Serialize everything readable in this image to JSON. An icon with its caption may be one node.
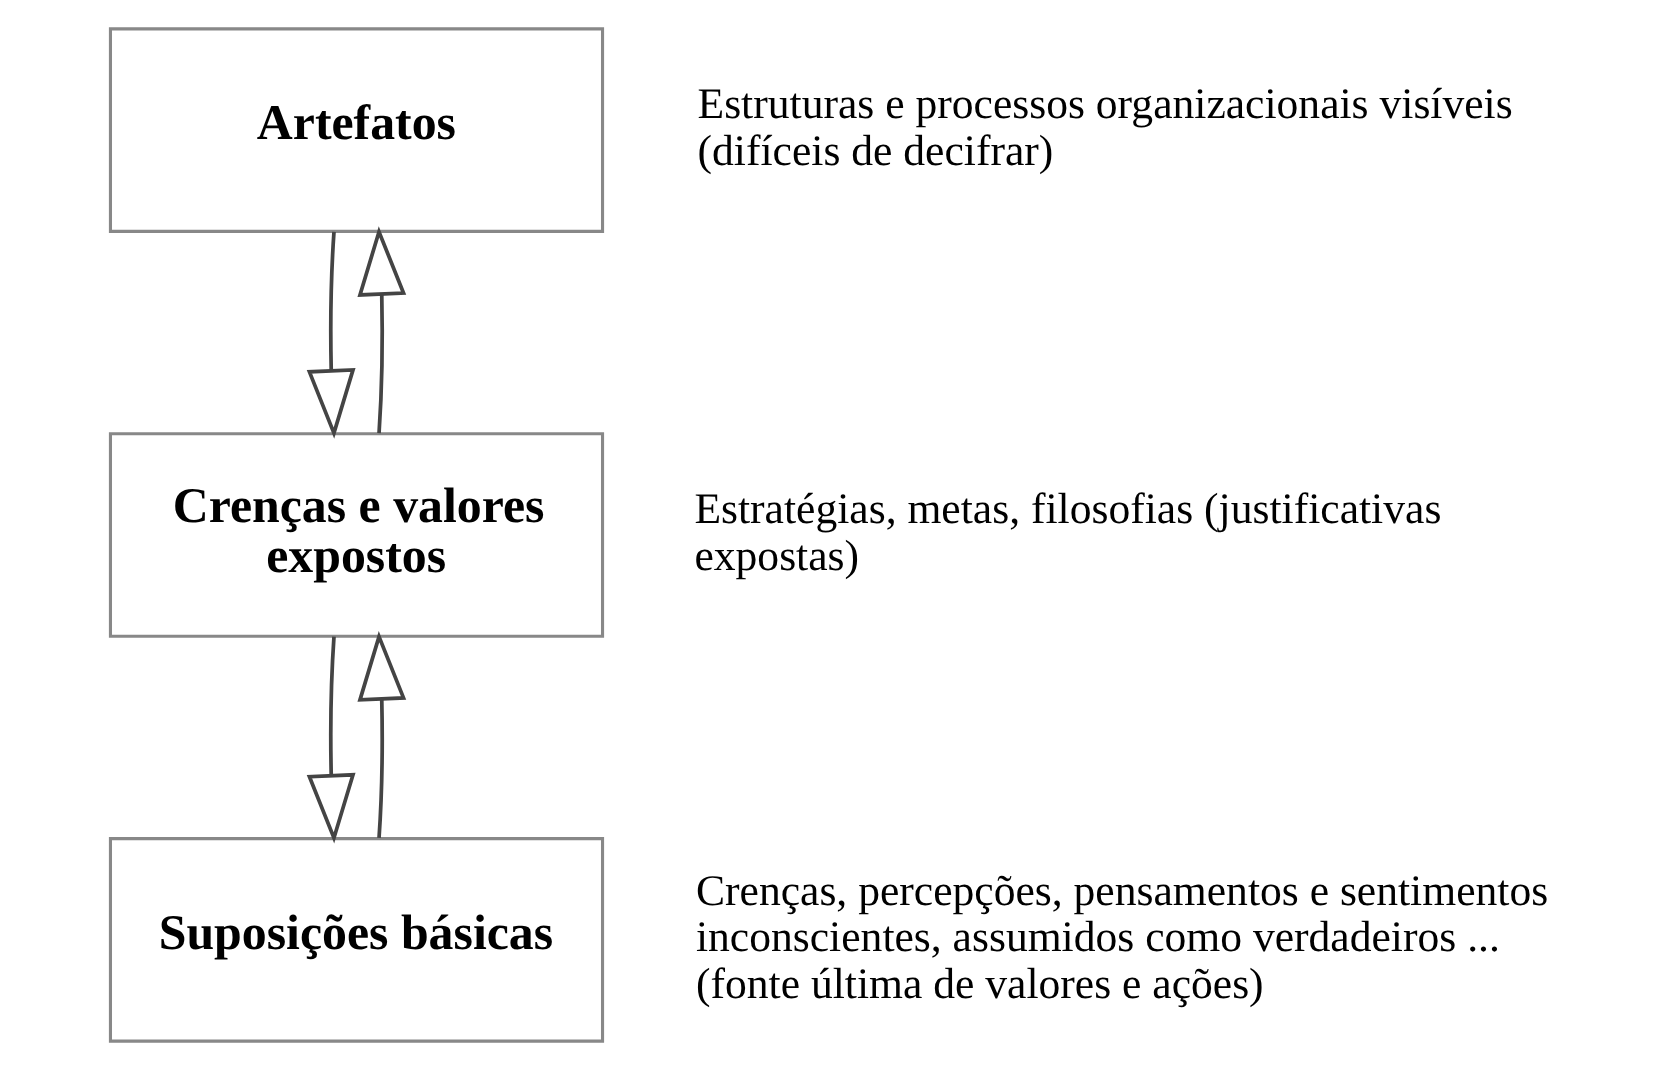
{
  "diagram": {
    "nodes": [
      {
        "text": [
          "Artefatos"
        ],
        "beside": [
          "Estruturas e processos organizacionais visíveis (difíceis de decifrar)"
        ]
      },
      {
        "text": [
          "Crenças e valores expostos"
        ],
        "beside": [
          "Estratégias, metas, filosofias (justificativas expostas)"
        ]
      },
      {
        "text": [
          "Suposições básicas"
        ],
        "beside": [
          "Crenças, percepções, pensamentos e sentimentos inconscientes, assumidos como verdadeiros ... (fonte última de valores e ações)"
        ]
      }
    ],
    "edges": [
      {
        "from": 0,
        "to": 1,
        "arrow": "to"
      },
      {
        "from": 1,
        "to": 0,
        "arrow": "to"
      },
      {
        "from": 1,
        "to": 2,
        "arrow": "to"
      },
      {
        "from": 2,
        "to": 1,
        "arrow": "to"
      }
    ]
  }
}
